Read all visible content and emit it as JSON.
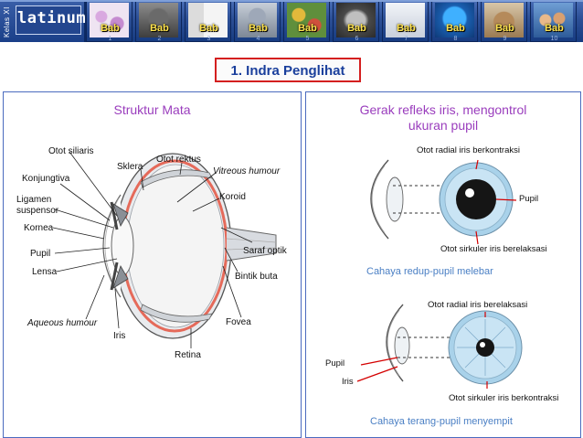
{
  "logo": {
    "vertical_text": "Kelas XI",
    "text": "latinum"
  },
  "nav": {
    "items": [
      {
        "label": "Bab",
        "number": "1"
      },
      {
        "label": "Bab",
        "number": "2"
      },
      {
        "label": "Bab",
        "number": "3"
      },
      {
        "label": "Bab",
        "number": "4"
      },
      {
        "label": "Bab",
        "number": "5"
      },
      {
        "label": "Bab",
        "number": "6"
      },
      {
        "label": "Bab",
        "number": "7"
      },
      {
        "label": "Bab",
        "number": "8"
      },
      {
        "label": "Bab",
        "number": "9"
      },
      {
        "label": "Bab",
        "number": "10"
      }
    ]
  },
  "title": "1. Indra Penglihat",
  "left_panel": {
    "heading": "Struktur Mata",
    "labels": {
      "otot_siliaris": "Otot siliaris",
      "sklera": "Sklera",
      "otot_rektus": "Otot rektus",
      "vitreous": "Vitreous humour",
      "konjungtiva": "Konjungtiva",
      "koroid": "Koroid",
      "ligamen_1": "Ligamen",
      "ligamen_2": "suspensor",
      "kornea": "Kornea",
      "saraf_optik": "Saraf optik",
      "pupil": "Pupil",
      "lensa": "Lensa",
      "bintik_buta": "Bintik buta",
      "aqueous": "Aqueous humour",
      "fovea": "Fovea",
      "iris": "Iris",
      "retina": "Retina"
    }
  },
  "right_panel": {
    "heading_line1": "Gerak refleks iris, mengontrol",
    "heading_line2": "ukuran pupil",
    "top": {
      "label_radial": "Otot radial iris berkontraksi",
      "label_pupil": "Pupil",
      "label_sirkuler": "Otot sirkuler iris berelaksasi",
      "caption": "Cahaya redup-pupil melebar"
    },
    "bottom": {
      "label_radial": "Otot radial iris berelaksasi",
      "label_pupil": "Pupil",
      "label_iris": "Iris",
      "label_sirkuler": "Otot sirkuler iris berkontraksi",
      "caption": "Cahaya terang-pupil menyempit"
    }
  },
  "colors": {
    "nav_bg": "#2c4f96",
    "bab_label": "#ffe34d",
    "title_border": "#d41f1f",
    "title_text": "#1a3f9c",
    "heading": "#9a3dbd",
    "caption": "#4a7fc4",
    "panel_border": "#4b6bbf",
    "leader_red": "#d40000"
  },
  "icons": [
    "bab-thumbnail-image"
  ]
}
